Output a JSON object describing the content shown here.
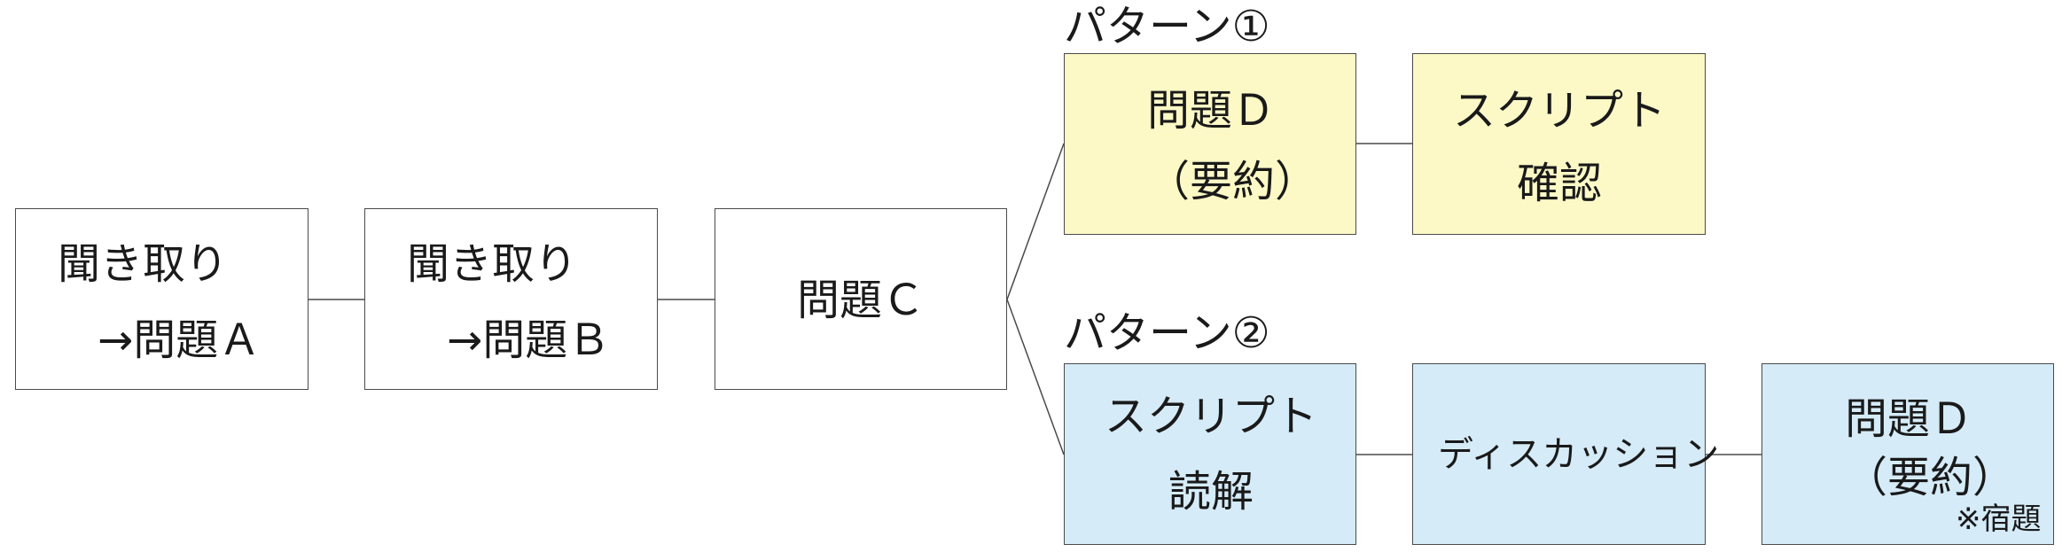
{
  "diagram": {
    "boxes": {
      "a": {
        "line1": "聞き取り",
        "line2": "→問題Ａ"
      },
      "b": {
        "line1": "聞き取り",
        "line2": "→問題Ｂ"
      },
      "c": {
        "line1": "問題Ｃ"
      },
      "p1_d": {
        "line1": "問題Ｄ",
        "line2": "（要約）"
      },
      "p1_script": {
        "line1": "スクリプト",
        "line2": "確認"
      },
      "p2_script": {
        "line1": "スクリプト",
        "line2": "読解"
      },
      "p2_discussion": {
        "line1": "ディスカッション"
      },
      "p2_d": {
        "line1": "問題Ｄ",
        "line2": "（要約）",
        "note": "※宿題"
      }
    },
    "pattern_labels": {
      "p1": "パターン①",
      "p2": "パターン②"
    },
    "colors": {
      "pattern1_fill": "#fcf9c6",
      "pattern2_fill": "#d5ebf8",
      "border": "#4a4a4a"
    }
  }
}
